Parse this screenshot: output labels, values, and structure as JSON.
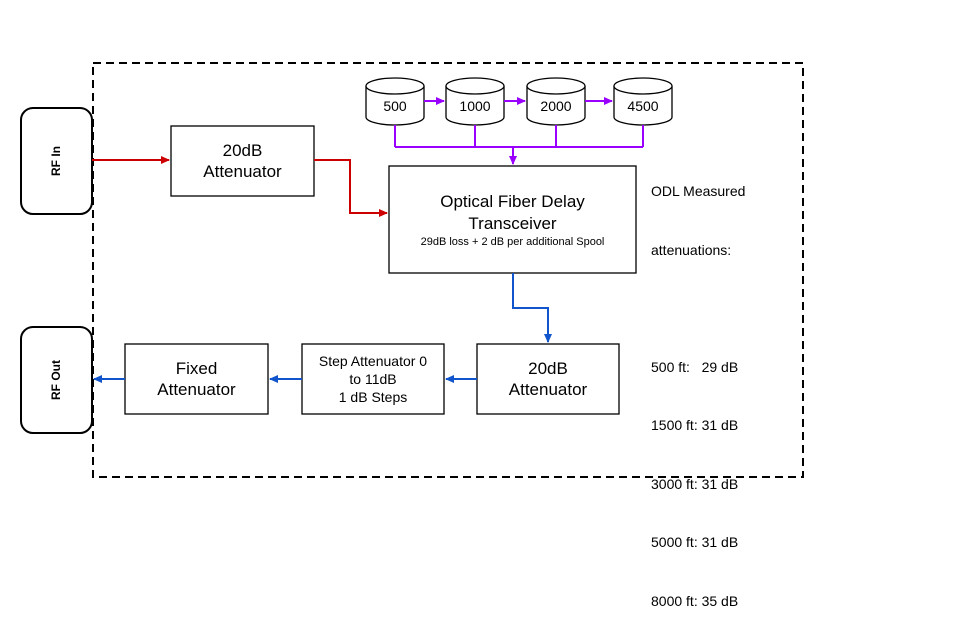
{
  "diagram": {
    "ports": {
      "rf_in": "RF In",
      "rf_out": "RF Out"
    },
    "blocks": {
      "attenuator_20db_top": {
        "line1": "20dB",
        "line2": "Attenuator"
      },
      "transceiver": {
        "line1": "Optical Fiber Delay",
        "line2": "Transceiver",
        "note": "29dB loss + 2 dB per additional Spool"
      },
      "attenuator_20db_bottom": {
        "line1": "20dB",
        "line2": "Attenuator"
      },
      "step_attenuator": {
        "line1": "Step Attenuator 0",
        "line2": "to 11dB",
        "line3": "1 dB Steps"
      },
      "fixed_attenuator": {
        "line1": "Fixed",
        "line2": "Attenuator"
      }
    },
    "spools": [
      "500",
      "1000",
      "2000",
      "4500"
    ],
    "measured": {
      "title_line1": "ODL Measured",
      "title_line2": "attenuations:",
      "rows": [
        "500 ft:   29 dB",
        "1500 ft: 31 dB",
        "3000 ft: 31 dB",
        "5000 ft: 31 dB",
        "8000 ft: 35 dB"
      ]
    },
    "colors": {
      "rf_path_in": "#cc0000",
      "spool_link": "#9900ff",
      "rf_path_out": "#1155cc",
      "stroke": "#000000"
    }
  }
}
